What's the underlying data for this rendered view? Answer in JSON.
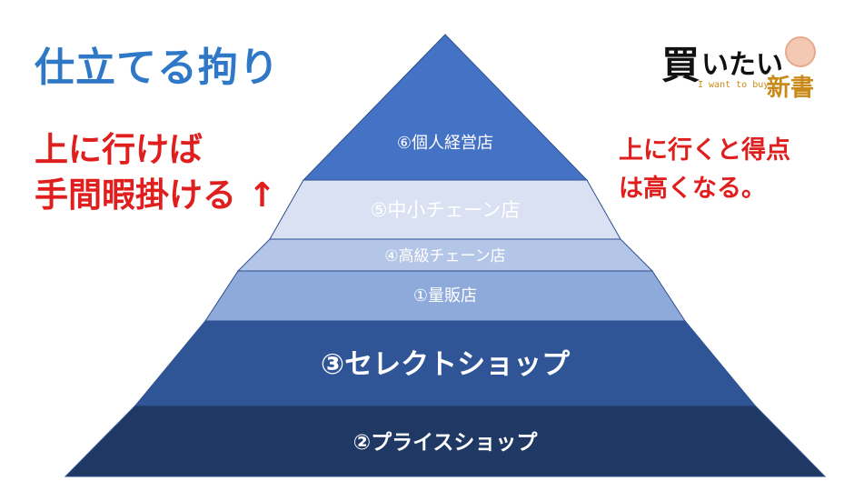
{
  "title": "仕立てる拘り",
  "left_note": {
    "line1": "上に行けば",
    "line2": "手間暇掛ける ↑"
  },
  "right_note": {
    "line1": "上に行くと得点",
    "line2": "は高くなる。"
  },
  "logo": {
    "kanji": "買",
    "kana": "いたい",
    "subtitle": "I want to buy",
    "book": "新書"
  },
  "pyramid": {
    "tiers": [
      {
        "label": "⑥個人経営店",
        "color": "#4472c4"
      },
      {
        "label": "⑤中小チェーン店",
        "color": "#d9e1f2"
      },
      {
        "label": "④高級チェーン店",
        "color": "#b4c6e7"
      },
      {
        "label": "①量販店",
        "color": "#8eaadb"
      },
      {
        "label": "③セレクトショップ",
        "color": "#2f5597"
      },
      {
        "label": "②プライスショップ",
        "color": "#1f3864"
      }
    ]
  },
  "colors": {
    "title": "#2f78c8",
    "note": "#e01e1e",
    "logo_accent": "#c98a1a"
  }
}
